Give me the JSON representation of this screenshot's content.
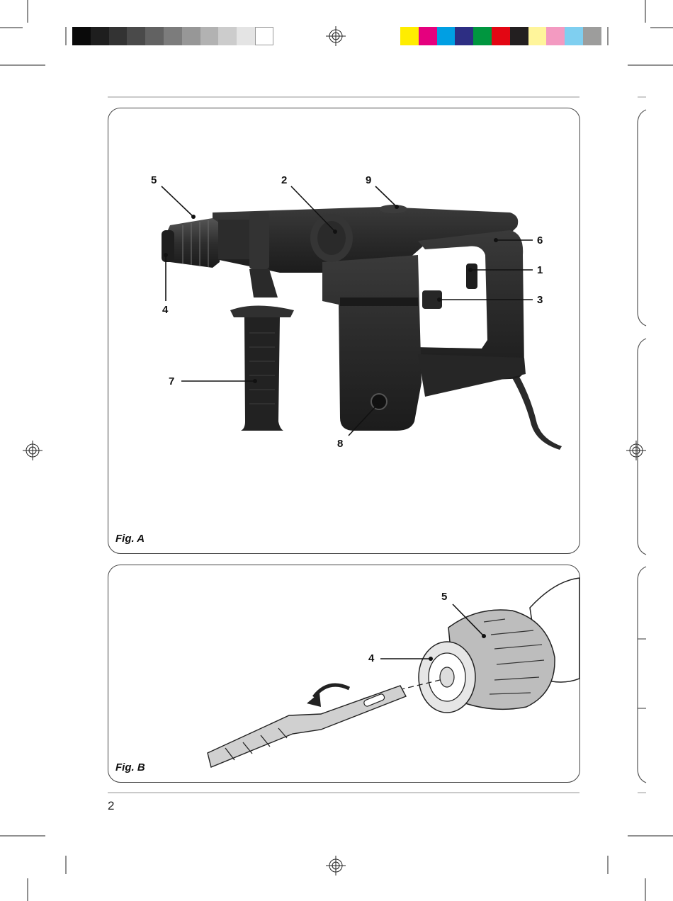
{
  "color_bar": {
    "grays": [
      "#0a0a0a",
      "#1e1e1e",
      "#333333",
      "#4a4a4a",
      "#626262",
      "#7c7c7c",
      "#979797",
      "#b2b2b2",
      "#cccccc",
      "#e4e4e4",
      "#ffffff"
    ],
    "colors": [
      "#ffed00",
      "#e5007e",
      "#009fe3",
      "#2d2e83",
      "#00963f",
      "#e30613",
      "#231f20",
      "#fff59b",
      "#f39ac1",
      "#7fcff0",
      "#9d9d9c"
    ]
  },
  "fig_a": {
    "label": "Fig. A",
    "callouts": {
      "c1": "1",
      "c2": "2",
      "c3": "3",
      "c4": "4",
      "c5": "5",
      "c6": "6",
      "c7": "7",
      "c8": "8",
      "c9": "9"
    }
  },
  "fig_b": {
    "label": "Fig. B",
    "callouts": {
      "c4": "4",
      "c5": "5"
    }
  },
  "page_number": "2"
}
